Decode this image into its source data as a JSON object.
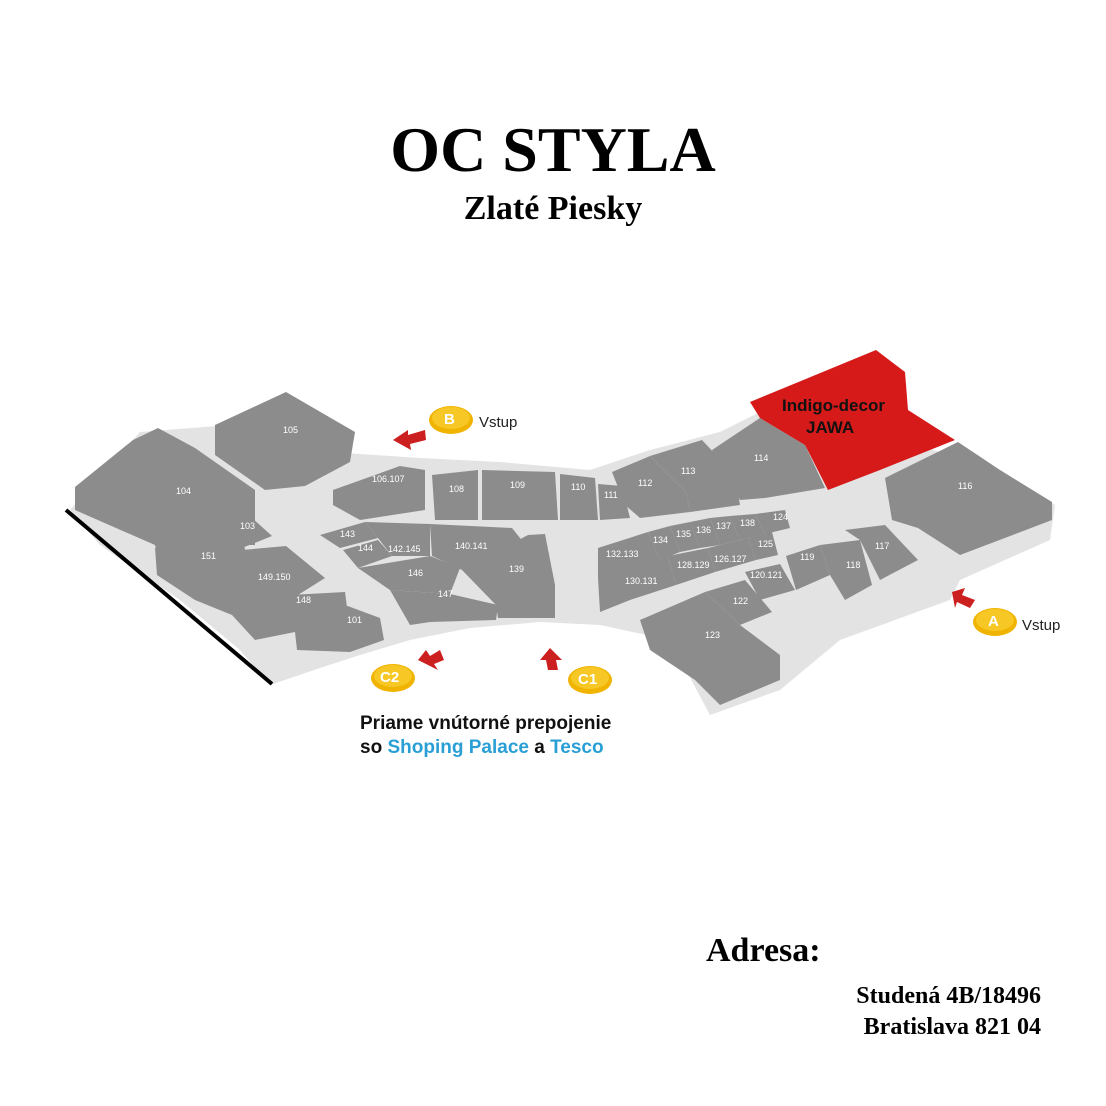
{
  "header": {
    "title": "OC STYLA",
    "subtitle": "Zlaté Piesky"
  },
  "colors": {
    "shop": "#8c8c8c",
    "shop_top": "#9a9a9a",
    "floor": "#e3e3e3",
    "highlight": "#d61a1a",
    "coin": "#f0b400",
    "arrow": "#cc1f1f",
    "link": "#2a9fd6"
  },
  "shops": [
    "104",
    "105",
    "106.107",
    "108",
    "109",
    "110",
    "111",
    "112",
    "113",
    "114",
    "116",
    "103",
    "151",
    "149.150",
    "148",
    "101",
    "143",
    "144",
    "142.145",
    "146",
    "147",
    "140.141",
    "139",
    "132.133",
    "134",
    "135",
    "136",
    "137",
    "138",
    "124",
    "125",
    "126.127",
    "128.129",
    "130.131",
    "119",
    "118",
    "117",
    "120.121",
    "122",
    "123"
  ],
  "highlight": {
    "line1": "Indigo-decor",
    "line2": "JAWA"
  },
  "entrances": {
    "B": {
      "coin": "B",
      "label": "Vstup"
    },
    "A": {
      "coin": "A",
      "label": "Vstup"
    },
    "C1": {
      "coin": "C1"
    },
    "C2": {
      "coin": "C2"
    }
  },
  "connection": {
    "prefix": "Priame vnútorné prepojenie",
    "so": "so",
    "shop1": "Shoping Palace",
    "and": "a",
    "shop2": "Tesco"
  },
  "address": {
    "label": "Adresa:",
    "line1": "Studená 4B/18496",
    "line2": "Bratislava 821 04"
  }
}
